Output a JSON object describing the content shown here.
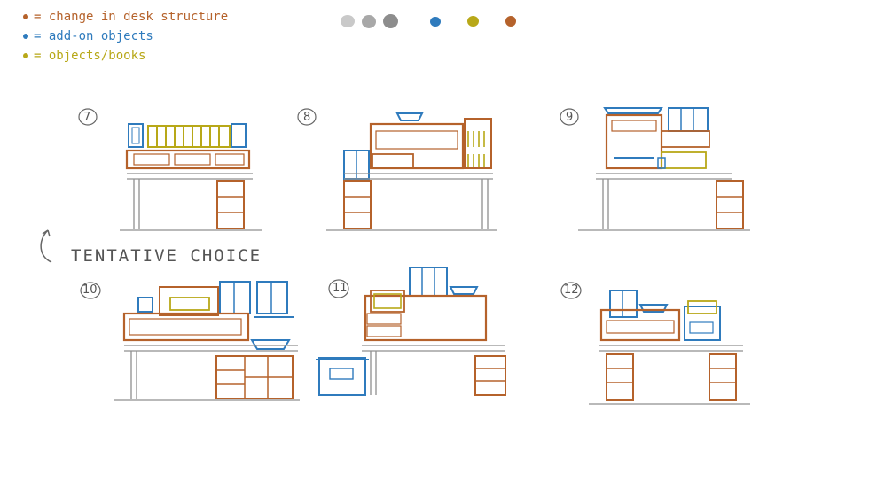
{
  "colors": {
    "structure": "#b5622b",
    "addon": "#2f7bbd",
    "books": "#b8a818",
    "pencil": "#8f8f8f"
  },
  "legend": [
    {
      "label": "= change in desk structure",
      "color": "#b5622b"
    },
    {
      "label": "= add-on objects",
      "color": "#2f7bbd"
    },
    {
      "label": "= objects/books",
      "color": "#b8a818"
    }
  ],
  "swatches": [
    "#c9c9c9",
    "#a8a8a8",
    "#8d8d8d",
    "#2f7bbd",
    "#b8a818",
    "#b5622b"
  ],
  "sketches": [
    {
      "number": "7"
    },
    {
      "number": "8"
    },
    {
      "number": "9"
    },
    {
      "number": "10"
    },
    {
      "number": "11"
    },
    {
      "number": "12"
    }
  ],
  "annotation": "TENTATIVE CHOICE"
}
